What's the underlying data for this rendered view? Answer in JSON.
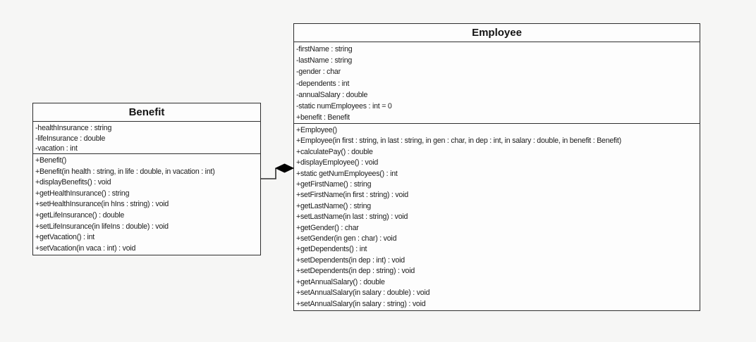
{
  "diagram": {
    "kind": "uml-class-diagram",
    "colors": {
      "page_background": "#f6f6f5",
      "box_background": "#fdfdfd",
      "border": "#2e2e2e",
      "text": "#1c1c1c",
      "diamond_fill": "#000000"
    },
    "relationship": {
      "type": "composition",
      "owner_class": "Employee",
      "part_class": "Benefit",
      "marker": "filled-diamond"
    },
    "classes": {
      "benefit": {
        "title": "Benefit",
        "attributes": [
          "-healthInsurance : string",
          "-lifeInsurance : double",
          "-vacation : int"
        ],
        "methods": [
          "+Benefit()",
          "+Benefit(in health : string, in life : double, in vacation : int)",
          "+displayBenefits() : void",
          "+getHealthInsurance() : string",
          "+setHealthInsurance(in hIns : string) : void",
          "+getLifeInsurance() : double",
          "+setLifeInsurance(in lifeIns : double) : void",
          "+getVacation() : int",
          "+setVacation(in vaca : int) : void"
        ]
      },
      "employee": {
        "title": "Employee",
        "attributes": [
          "-firstName : string",
          "-lastName : string",
          "-gender : char",
          "-dependents : int",
          "-annualSalary : double",
          "-static numEmployees : int = 0",
          "+benefit : Benefit"
        ],
        "methods": [
          "+Employee()",
          "+Employee(in first : string, in last : string, in gen : char, in dep : int, in salary : double, in benefit : Benefit)",
          "+calculatePay() : double",
          "+displayEmployee() : void",
          "+static getNumEmployees() : int",
          "+getFirstName() : string",
          "+setFirstName(in first : string) : void",
          "+getLastName() : string",
          "+setLastName(in last : string) : void",
          "+getGender() : char",
          "+setGender(in gen : char) : void",
          "+getDependents() : int",
          "+setDependents(in dep : int) : void",
          "+setDependents(in dep : string) : void",
          "+getAnnualSalary() : double",
          "+setAnnualSalary(in salary : double) : void",
          "+setAnnualSalary(in salary : string) : void"
        ]
      }
    }
  }
}
